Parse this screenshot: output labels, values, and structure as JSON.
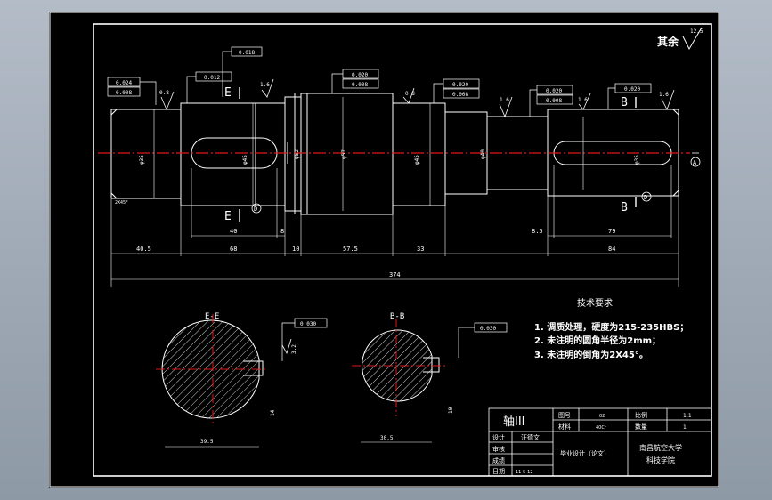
{
  "roughness_note": {
    "label": "其余",
    "value": "12.5"
  },
  "dimensions": {
    "d1": "40.5",
    "d2": "68",
    "d3": "40",
    "d4": "8",
    "d5": "10",
    "d6": "57.5",
    "d7": "33",
    "d8": "8.5",
    "d9": "79",
    "d10": "84",
    "total": "374"
  },
  "diameters": {
    "left_end": "φ35",
    "key1": "φ45",
    "collar": "φ52",
    "shoulder": "φ57",
    "journal": "φ45",
    "mid": "φ40",
    "right": "φ35"
  },
  "tolerances": {
    "t1a": "0.024",
    "t1b": "0.008",
    "t2": "0.012",
    "t3": "0.018",
    "t4a": "0.020",
    "t4b": "0.008",
    "t5a": "0.020",
    "t5b": "0.008",
    "t6a": "0.020",
    "t6b": "0.008",
    "t7": "0.020",
    "sec1": "0.030",
    "sec2": "0.030"
  },
  "roughness": {
    "r1": "0.8",
    "r2": "1.6",
    "r3": "0.8",
    "r4": "1.6",
    "r5": "1.6",
    "r6": "1.6",
    "r7": "3.2"
  },
  "datum_letters": {
    "a": "A",
    "b": "B",
    "d": "D"
  },
  "section_labels": {
    "e": "E",
    "b": "B",
    "ee": "E-E",
    "bb": "B-B"
  },
  "chamfer_note": "2X45°",
  "section_dims": {
    "ee_width": "14",
    "ee_depth": "39.5",
    "bb_width": "10",
    "bb_depth": "30.5"
  },
  "tech_requirements": {
    "title": "技术要求",
    "items": [
      "1. 调质处理，硬度为215-235HBS；",
      "2. 未注明的圆角半径为2mm；",
      "3. 未注明的倒角为2X45°。"
    ]
  },
  "title_block": {
    "part_name": "轴III",
    "drawing_no_label": "图号",
    "drawing_no": "02",
    "material_label": "材料",
    "material": "40Cr",
    "scale_label": "比例",
    "scale": "1:1",
    "quantity_label": "数量",
    "quantity": "1",
    "design_label": "设计",
    "designer": "汪德文",
    "review_label": "审核",
    "approve_label": "成绩",
    "date_label": "日期",
    "date": "11-5-12",
    "project": "毕业设计（论文）",
    "school_1": "南昌航空大学",
    "school_2": "科技学院"
  }
}
